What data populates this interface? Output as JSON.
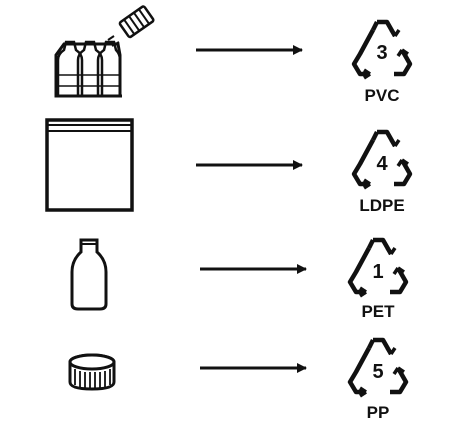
{
  "rows": [
    {
      "item": "bottle-pack-icon",
      "number": "3",
      "code": "PVC"
    },
    {
      "item": "plastic-bag-icon",
      "number": "4",
      "code": "LDPE"
    },
    {
      "item": "bottle-icon",
      "number": "1",
      "code": "PET"
    },
    {
      "item": "bottle-cap-icon",
      "number": "5",
      "code": "PP"
    }
  ],
  "colors": {
    "ink": "#111111",
    "background": "#ffffff"
  }
}
